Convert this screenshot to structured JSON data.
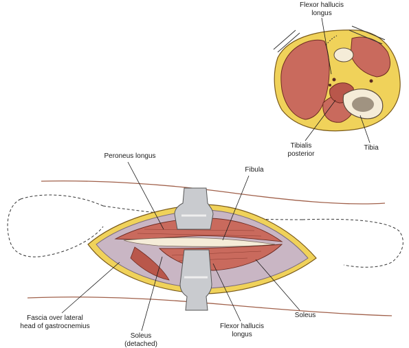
{
  "labels": {
    "inset_flexor_hallucis_1": "Flexor hallucis",
    "inset_flexor_hallucis_2": "longus",
    "tibialis_posterior_1": "Tibialis",
    "tibialis_posterior_2": "posterior",
    "tibia": "Tibia",
    "peroneus_longus": "Peroneus longus",
    "fibula": "Fibula",
    "fascia_1": "Fascia over lateral",
    "fascia_2": "head of gastrocnemius",
    "soleus_detached_1": "Soleus",
    "soleus_detached_2": "(detached)",
    "flexor_hallucis_1": "Flexor hallucis",
    "flexor_hallucis_2": "longus",
    "soleus": "Soleus"
  },
  "colors": {
    "muscle": "#c96a5d",
    "muscle_dark": "#a94a3f",
    "fat": "#f0d25a",
    "fascia": "#c9b6c4",
    "bone": "#f5ecd8",
    "retractor": "#c9cbcf",
    "skin_line": "#a0604a"
  }
}
